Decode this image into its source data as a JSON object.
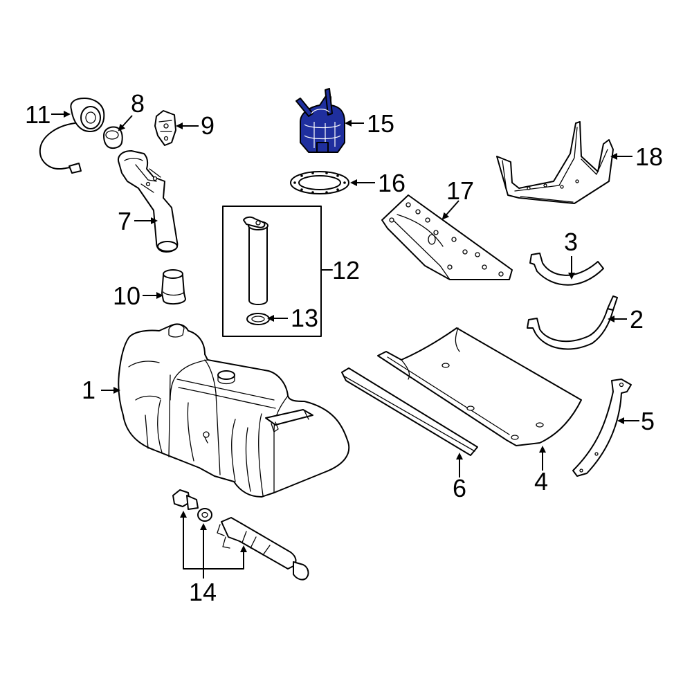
{
  "highlight_color": "#1f2f9e",
  "callouts": {
    "c1": "1",
    "c2": "2",
    "c3": "3",
    "c4": "4",
    "c5": "5",
    "c6": "6",
    "c7": "7",
    "c8": "8",
    "c9": "9",
    "c10": "10",
    "c11": "11",
    "c12": "12",
    "c13": "13",
    "c14": "14",
    "c15": "15",
    "c16": "16",
    "c17": "17",
    "c18": "18"
  },
  "highlighted_part": "15"
}
